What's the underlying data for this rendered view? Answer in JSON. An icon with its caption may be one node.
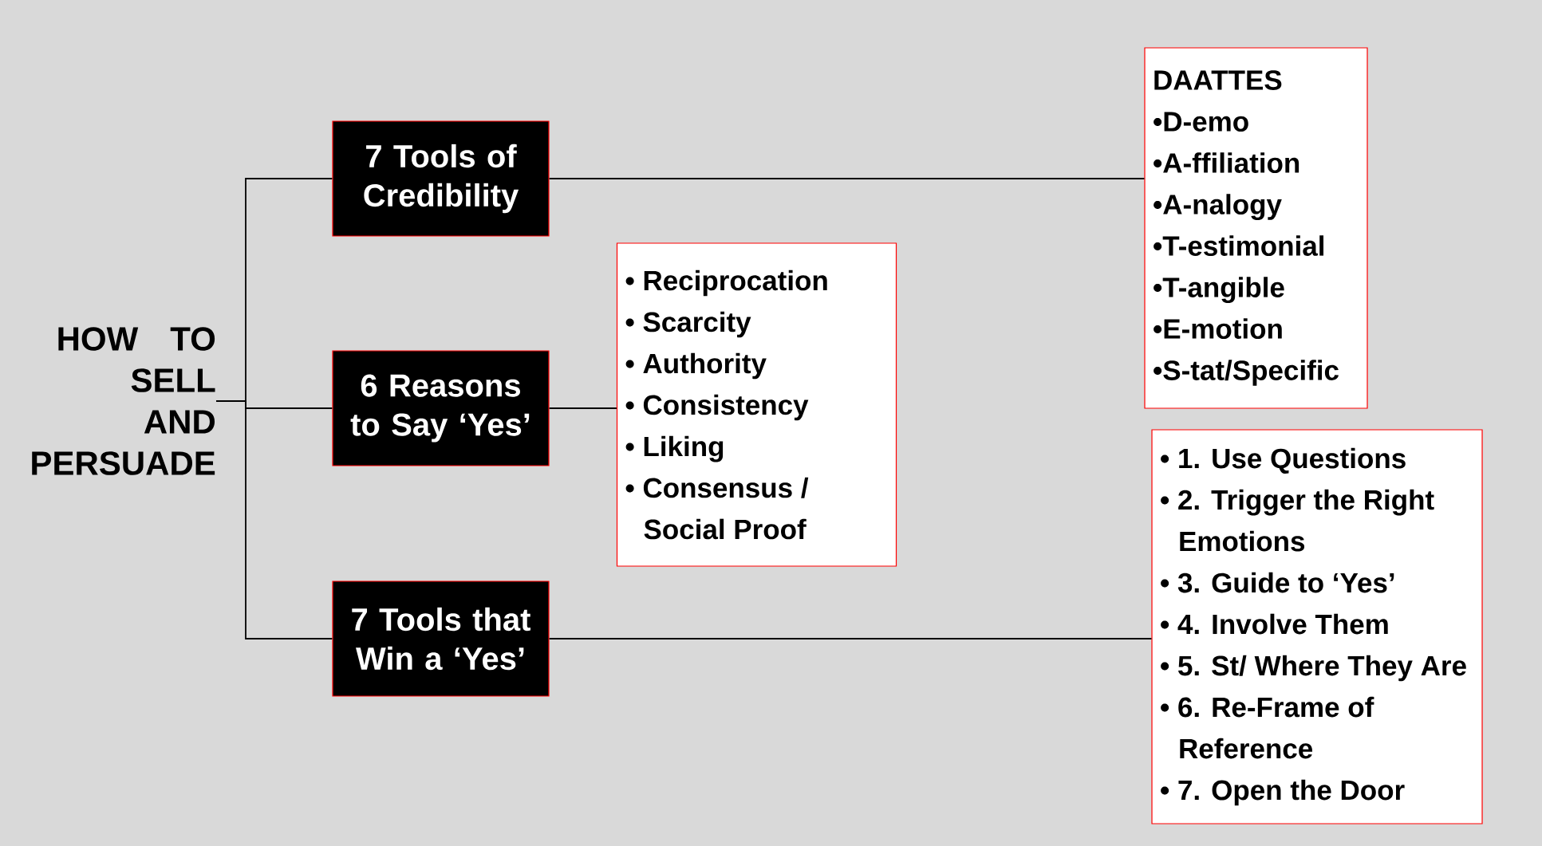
{
  "diagram": {
    "nodes": [
      {
        "text": [
          "HOW TO SELL AND PERSUADE"
        ]
      },
      {
        "text": [
          "7 Tools of Credibility"
        ]
      },
      {
        "text": [
          "6 Reasons to Say ‘Yes’"
        ]
      },
      {
        "text": [
          "7 Tools that Win a ‘Yes’"
        ]
      },
      {
        "text": [
          "DAATTES",
          "•D-emo",
          "•A-ffiliation",
          "•A-nalogy",
          "•T-estimonial",
          "•T-angible",
          "•E-motion",
          "•S-tat/Specific"
        ]
      },
      {
        "text": [
          "• Reciprocation",
          "• Scarcity",
          "• Authority",
          "• Consistency",
          "• Liking",
          "• Consensus / Social Proof"
        ]
      },
      {
        "text": [
          "• 1. Use Questions",
          "• 2. Trigger the Right Emotions",
          "• 3. Guide to ‘Yes’",
          "• 4. Involve Them",
          "• 5. St/ Where They Are",
          "• 6. Re-Frame of Reference",
          "• 7. Open the Door"
        ]
      }
    ],
    "edges": [
      {
        "from": 0,
        "to": 1,
        "arrow": "none"
      },
      {
        "from": 0,
        "to": 2,
        "arrow": "none"
      },
      {
        "from": 0,
        "to": 3,
        "arrow": "none"
      },
      {
        "from": 1,
        "to": 4,
        "arrow": "none"
      },
      {
        "from": 2,
        "to": 5,
        "arrow": "none"
      },
      {
        "from": 3,
        "to": 6,
        "arrow": "none"
      }
    ]
  }
}
